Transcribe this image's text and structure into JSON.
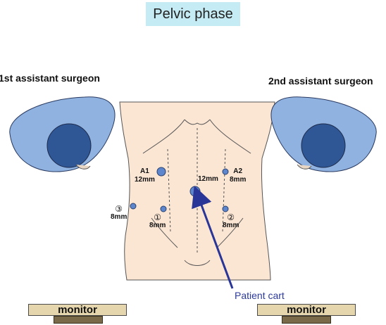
{
  "title": "Pelvic phase",
  "surgeons": {
    "first": "1st assistant surgeon",
    "second": "2nd assistant surgeon"
  },
  "ports": [
    {
      "id": "A1",
      "size": "12mm"
    },
    {
      "id": "center",
      "size": "12mm"
    },
    {
      "id": "A2",
      "size": "8mm"
    },
    {
      "id": "③",
      "size": "8mm"
    },
    {
      "id": "①",
      "size": "8mm"
    },
    {
      "id": "②",
      "size": "8mm"
    }
  ],
  "patient_cart": "Patient cart",
  "monitors": {
    "left": "monitor",
    "right": "monitor"
  },
  "colors": {
    "skin": "#fbe5d3",
    "surgeon_body": "#8fb2e0",
    "surgeon_head": "#2f5796",
    "port_fill": "#5d86cc",
    "arrow": "#2a3598",
    "title_bg": "#c5ecf4",
    "monitor": "#e6d6ae"
  }
}
